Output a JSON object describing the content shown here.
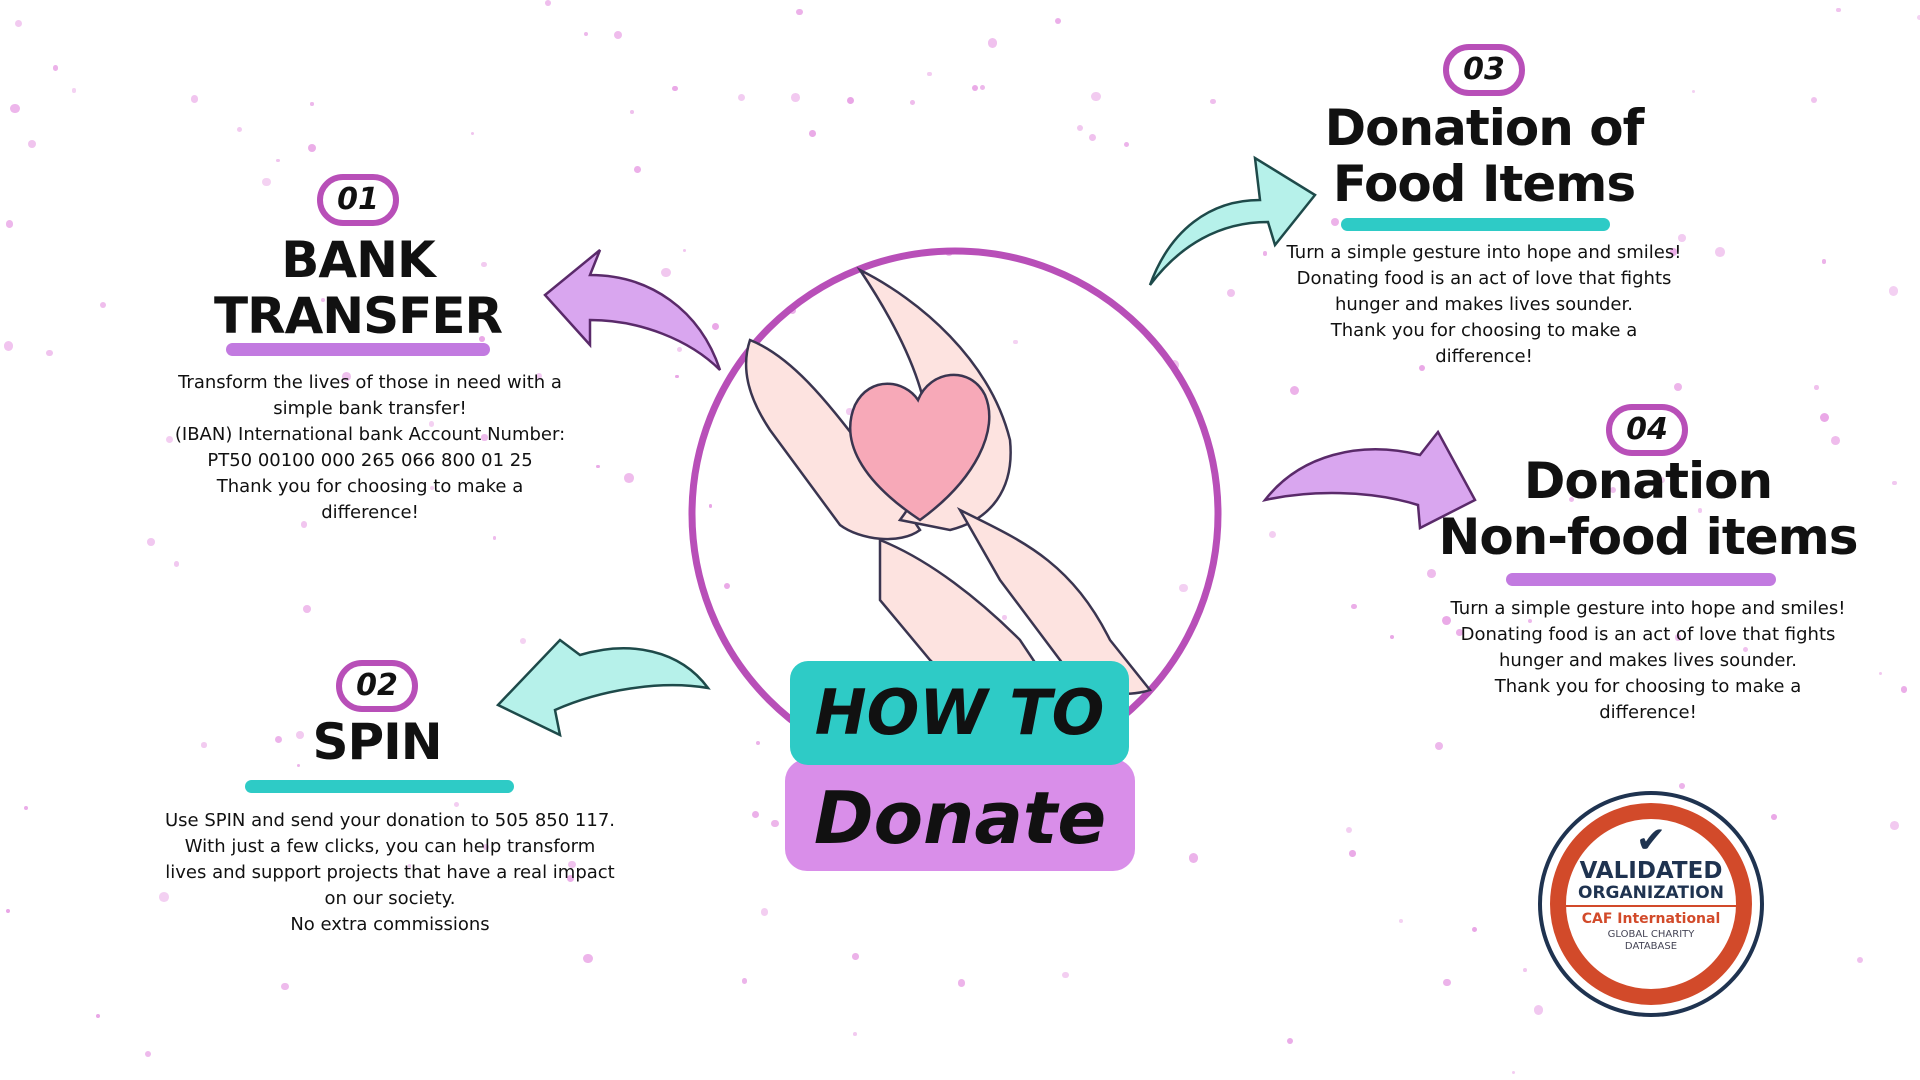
{
  "header": {
    "how_to": "HOW TO",
    "donate": "Donate"
  },
  "colors": {
    "purple": "#b84fb8",
    "teal": "#2ecbc6",
    "lilac": "#d98ee9",
    "orange": "#d24a2a",
    "navy": "#1f3350"
  },
  "steps": [
    {
      "number": "01",
      "title": [
        "BANK",
        "TRANSFER"
      ],
      "lines": [
        "Transform the lives of those in need with a",
        "simple bank transfer!",
        "(IBAN) International bank Account Number:",
        "PT50 00100 000 265 066 800 01 25",
        "Thank you for choosing to make a",
        "difference!"
      ]
    },
    {
      "number": "02",
      "title": [
        "SPIN"
      ],
      "lines": [
        "Use SPIN and send your donation to 505 850 117.",
        "With just a few clicks, you can help transform",
        "lives and support projects that have a real impact",
        "on our society.",
        "No extra commissions"
      ]
    },
    {
      "number": "03",
      "title": [
        "Donation of",
        "Food Items"
      ],
      "lines": [
        "Turn a simple gesture into hope and smiles!",
        "Donating food is an act of love that fights",
        "hunger and makes lives sounder.",
        "Thank you for choosing to make a",
        "difference!"
      ]
    },
    {
      "number": "04",
      "title": [
        "Donation",
        "Non-food items"
      ],
      "lines": [
        "Turn a simple gesture into hope and smiles!",
        "Donating food is an act of love that fights",
        "hunger and makes lives sounder.",
        "Thank you for choosing to make a",
        "difference!"
      ]
    }
  ],
  "badge": {
    "line1": "VALIDATED",
    "line2": "ORGANIZATION",
    "line3": "CAF International",
    "line4": "GLOBAL CHARITY",
    "line5": "DATABASE"
  }
}
